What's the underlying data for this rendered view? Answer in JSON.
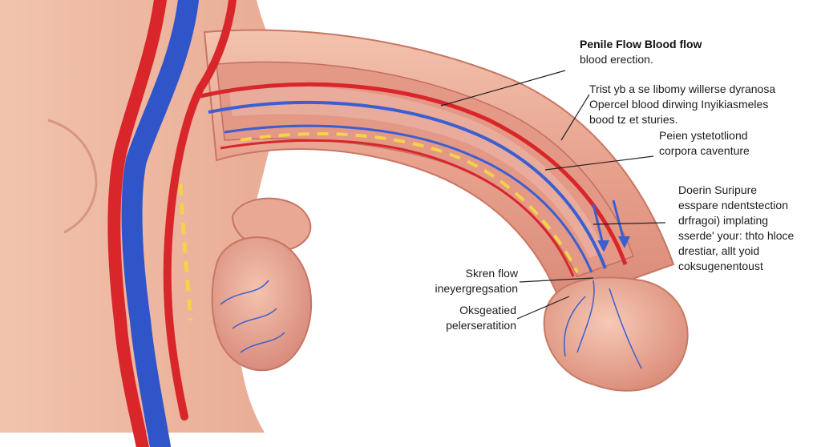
{
  "colors": {
    "skin": "#efb9a4",
    "tissue": "#e6a08f",
    "artery": "#d8262b",
    "vein": "#2f55c9",
    "yellow": "#f4d24a",
    "leader": "#222222"
  },
  "labels": {
    "title": {
      "heading": "Penile Flow Blood flow",
      "sub": "blood erection."
    },
    "block1": {
      "line1": "Trist yb a se libomy willerse dyranosa",
      "line2": "Opercel blood dirwing Inyikiasmeles",
      "line3": "bood tz et sturies."
    },
    "block2": {
      "line1": "Peien ystetotliond",
      "line2": "corpora caventure"
    },
    "block3": {
      "line1": "Doerin Suripure",
      "line2": "esspare ndentstection",
      "line3": "drfragoi) implating",
      "line4": "sserde' your: thto hloce",
      "line5": "drestiar, allt yoid",
      "line6": "coksugenentoust"
    },
    "block4": {
      "line1": "Skren flow",
      "line2": "ineyergregsation"
    },
    "block5": {
      "line1": "Oksgeatied",
      "line2": "pelerseratition"
    }
  }
}
